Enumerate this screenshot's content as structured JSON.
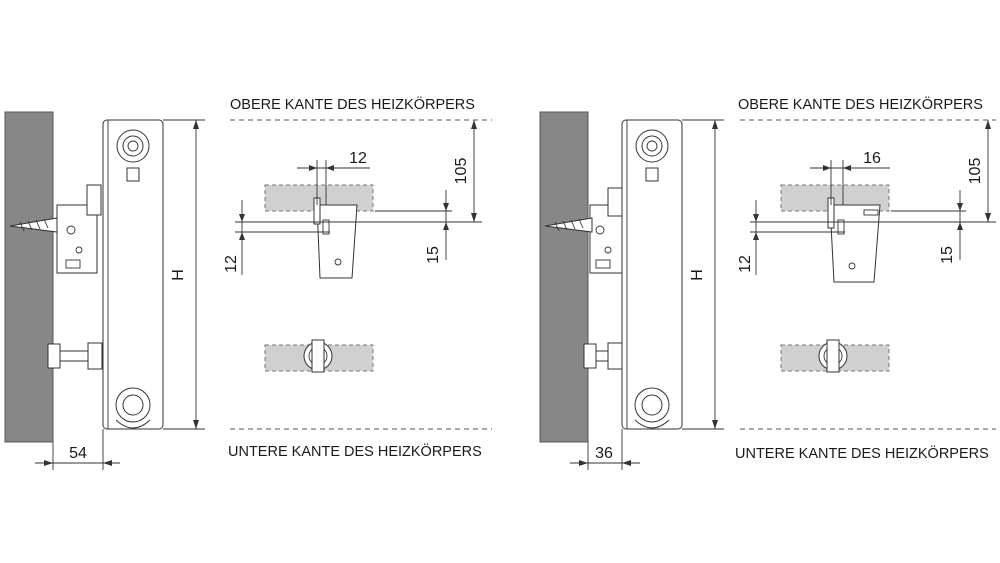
{
  "colors": {
    "wall": "#878787",
    "panel": "#d0d0d0",
    "line": "#333333"
  },
  "left_diagram": {
    "top_edge_label": "OBERE KANTE DES HEIZKÖRPERS",
    "bottom_edge_label": "UNTERE KANTE DES HEIZKÖRPERS",
    "height_label": "H",
    "wall_distance": "54",
    "bracket_offset": "12",
    "top_clearance": "105",
    "hook_gap": "15",
    "side_offset": "12"
  },
  "right_diagram": {
    "top_edge_label": "OBERE KANTE DES HEIZKÖRPERS",
    "bottom_edge_label": "UNTERE KANTE DES HEIZKÖRPERS",
    "height_label": "H",
    "wall_distance": "36",
    "bracket_offset": "16",
    "top_clearance": "105",
    "hook_gap": "15",
    "side_offset": "12"
  }
}
